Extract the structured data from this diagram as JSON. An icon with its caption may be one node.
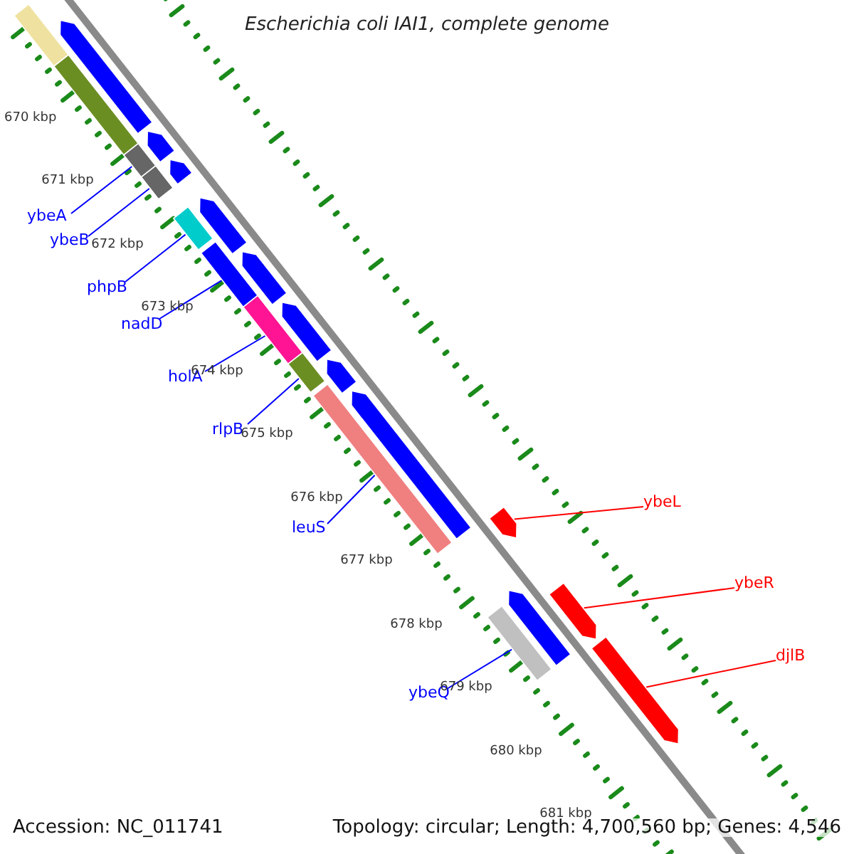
{
  "diagram": {
    "title": "Escherichia coli IAI1, complete genome",
    "nodes": [
      {
        "text": [
          "ybeA"
        ]
      },
      {
        "text": [
          "ybeB"
        ]
      },
      {
        "text": [
          "phpB"
        ]
      },
      {
        "text": [
          "nadD"
        ]
      },
      {
        "text": [
          "holA"
        ]
      },
      {
        "text": [
          "rlpB"
        ]
      },
      {
        "text": [
          "ybeL"
        ]
      },
      {
        "text": [
          "leuS"
        ]
      },
      {
        "text": [
          "ybeR"
        ]
      },
      {
        "text": [
          "djlB"
        ]
      },
      {
        "text": [
          "ybeQ"
        ]
      },
      {
        "text": [],
        "shape": "bar"
      },
      {
        "text": [],
        "shape": "arrow"
      },
      {
        "text": [],
        "shape": "bar"
      },
      {
        "text": [],
        "shape": "arrow"
      },
      {
        "text": [],
        "shape": "bar"
      },
      {
        "text": [],
        "shape": "bar"
      },
      {
        "text": [],
        "shape": "arrow"
      },
      {
        "text": [],
        "shape": "arrow"
      },
      {
        "text": [],
        "shape": "bar"
      },
      {
        "text": [],
        "shape": "bar"
      },
      {
        "text": [],
        "shape": "arrow"
      },
      {
        "text": [],
        "shape": "bar"
      },
      {
        "text": [],
        "shape": "arrow"
      },
      {
        "text": [],
        "shape": "bar"
      },
      {
        "text": [],
        "shape": "arrow"
      },
      {
        "text": [],
        "shape": "bar"
      },
      {
        "text": [],
        "shape": "arrow"
      },
      {
        "text": [],
        "shape": "arrow"
      },
      {
        "text": [],
        "shape": "arrow"
      },
      {
        "text": [],
        "shape": "bar"
      },
      {
        "text": [],
        "shape": "arrow"
      },
      {
        "text": [],
        "shape": "arrow"
      }
    ],
    "edges": [
      {
        "from": 0,
        "to": 15,
        "arrow": "none"
      },
      {
        "from": 1,
        "to": 16,
        "arrow": "none"
      },
      {
        "from": 2,
        "to": 19,
        "arrow": "none"
      },
      {
        "from": 3,
        "to": 20,
        "arrow": "none"
      },
      {
        "from": 4,
        "to": 22,
        "arrow": "none"
      },
      {
        "from": 5,
        "to": 24,
        "arrow": "none"
      },
      {
        "from": 6,
        "to": 28,
        "arrow": "none",
        "color": "#ff0000"
      },
      {
        "from": 7,
        "to": 26,
        "arrow": "none"
      },
      {
        "from": 8,
        "to": 31,
        "arrow": "none",
        "color": "#ff0000"
      },
      {
        "from": 9,
        "to": 32,
        "arrow": "none",
        "color": "#ff0000"
      },
      {
        "from": 10,
        "to": 30,
        "arrow": "none"
      }
    ],
    "labels": [
      "670 kbp",
      "671 kbp",
      "672 kbp",
      "673 kbp",
      "674 kbp",
      "675 kbp",
      "676 kbp",
      "677 kbp",
      "678 kbp",
      "679 kbp",
      "680 kbp",
      "681 kbp",
      "Accession: NC_011741",
      "Topology: circular; Length: 4,700,560 bp; Genes: 4,546"
    ]
  }
}
